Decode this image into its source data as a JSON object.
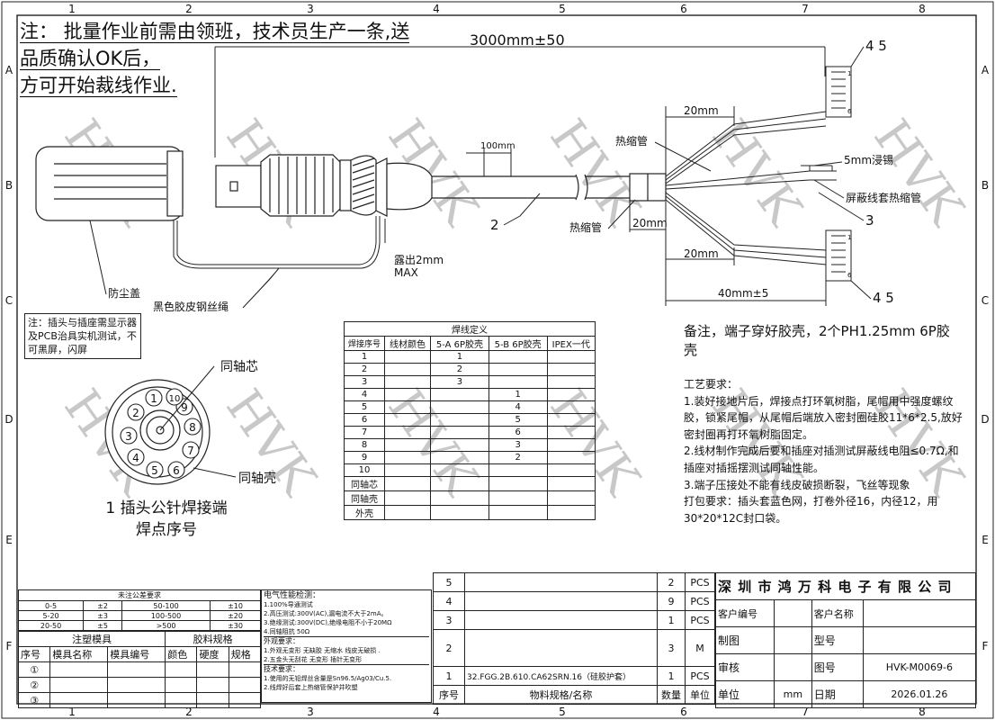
{
  "frame": {
    "columns": [
      "1",
      "2",
      "3",
      "4",
      "5",
      "6",
      "7",
      "8"
    ],
    "rows": [
      "A",
      "B",
      "C",
      "D",
      "E",
      "F"
    ]
  },
  "notes": {
    "top": [
      "注： 批量作业前需由领班，技术员生产一条,送",
      "品质确认OK后，",
      "方可开始裁线作业."
    ],
    "plug_test": "注：插头与插座需显示器及PCB治具实机测试，不可黑屏，闪屏",
    "remark": "备注，端子穿好胶壳，2个PH1.25mm 6P胶壳",
    "process_title": "工艺要求：",
    "process": [
      "1.装好接地片后，焊接点打环氧树脂，尾帽用中强度螺纹胶，锁紧尾帽，从尾帽后端放入密封圈硅胶11*6*2.5,放好密封圈再打环氧树脂固定。",
      "2.线材制作完成后要和插座对插测试屏蔽线电阻≤0.7Ω,和插座对插摇摆测试同轴性能。",
      "3.端子压接处不能有线皮破损断裂，飞丝等现象"
    ],
    "packing": "打包要求：插头套蓝色网，打卷外径16，内径12，用30*20*12C封口袋。"
  },
  "drawing": {
    "length": "3000mm±50",
    "dim_100": "100mm",
    "dim_20": "20mm",
    "dim_40": "40mm±5",
    "dim_5": "5mm浸锡",
    "dust_cap": "防尘盖",
    "wire_rope": "黑色胶皮钢丝绳",
    "expose": "露出2mm",
    "max": "MAX",
    "heat_shrink": "热缩管",
    "shield_shrink": "屏蔽线套热缩管",
    "callout_2": "2",
    "callout_3": "3",
    "callout_45": "4 5",
    "pin1": "1",
    "pin6": "6"
  },
  "plug": {
    "pins": [
      "1",
      "2",
      "3",
      "4",
      "5",
      "6",
      "7",
      "8",
      "9",
      "10"
    ],
    "core": "同轴芯",
    "shell": "同轴壳",
    "caption1": "1 插头公针焊接端",
    "caption2": "焊点序号"
  },
  "wire_table": {
    "title": "焊线定义",
    "headers": [
      "焊接序号",
      "线材颜色",
      "5-A 6P胶壳",
      "5-B 6P胶壳",
      "IPEX一代"
    ],
    "rows": [
      [
        "1",
        "",
        "1",
        "",
        ""
      ],
      [
        "2",
        "",
        "2",
        "",
        ""
      ],
      [
        "3",
        "",
        "3",
        "",
        ""
      ],
      [
        "4",
        "",
        "",
        "1",
        ""
      ],
      [
        "5",
        "",
        "",
        "4",
        ""
      ],
      [
        "6",
        "",
        "",
        "5",
        ""
      ],
      [
        "7",
        "",
        "",
        "6",
        ""
      ],
      [
        "8",
        "",
        "",
        "3",
        ""
      ],
      [
        "9",
        "",
        "",
        "2",
        ""
      ],
      [
        "10",
        "",
        "",
        "",
        ""
      ],
      [
        "同轴芯",
        "",
        "",
        "",
        ""
      ],
      [
        "同轴壳",
        "",
        "",
        "",
        ""
      ],
      [
        "外壳",
        "",
        "",
        "",
        ""
      ]
    ]
  },
  "bom": {
    "rows": [
      {
        "seq": "5",
        "spec": "",
        "qty": "2",
        "unit": "PCS"
      },
      {
        "seq": "4",
        "spec": "",
        "qty": "9",
        "unit": "PCS"
      },
      {
        "seq": "3",
        "spec": "",
        "qty": "1",
        "unit": "PCS"
      },
      {
        "seq": "2",
        "spec": "",
        "qty": "3",
        "unit": "M"
      },
      {
        "seq": "1",
        "spec": "32.FGG.2B.610.CA62SRN.16（硅胶护套）",
        "qty": "1",
        "unit": "PCS"
      }
    ],
    "header": {
      "seq": "序号",
      "spec": "物料规格/名称",
      "qty": "数量",
      "unit": "单位"
    }
  },
  "title_block": {
    "company": "深 圳 市 鸿 万 科 电 子 有 限 公 司",
    "customer_no": "客户编号",
    "customer_name": "客户名称",
    "drawn": "制图",
    "model": "型号",
    "checked": "审核",
    "drawing_no_label": "图号",
    "drawing_no": "HVK-M0069-6",
    "unit_label": "单位",
    "unit": "mm",
    "date_label": "日期",
    "date": "2026.01.26"
  },
  "tolerance": {
    "title": "未注公差要求",
    "rows": [
      [
        "0-5",
        "±2",
        "50-100",
        "±10"
      ],
      [
        "5-20",
        "±3",
        "100-500",
        "±20"
      ],
      [
        "20-50",
        "±5",
        ">500",
        "±30"
      ]
    ]
  },
  "mold": {
    "h1": "注塑模具",
    "h2": "胶料规格",
    "headers": [
      "序号",
      "模具名称",
      "模具编号",
      "颜色",
      "硬度",
      "规格"
    ],
    "rows": [
      "①",
      "②",
      "③"
    ]
  },
  "electrical": {
    "title": "电气性能检测：",
    "items": [
      "1.100%导通测试",
      "2.高压测试:300V(AC),漏电流不大于2mA。",
      "3.绝缘测试:300V(DC),绝缘电阻不小于20MΩ",
      "4.同轴阻抗 50Ω"
    ],
    "appearance_title": "外观要求：",
    "appearance": [
      "1.外观无变形 无缺胶 无缩水 线皮无破损 .",
      "2.五金头无刮花 无变形 插针无变形"
    ],
    "tech_title": "技术要求：",
    "tech": [
      "1.使用的无铅焊丝含量是Sn96.5/Ag03/Cu.5.",
      "2.线焊好后套上热缩管保护并吹塑"
    ]
  },
  "watermark": "HVK"
}
